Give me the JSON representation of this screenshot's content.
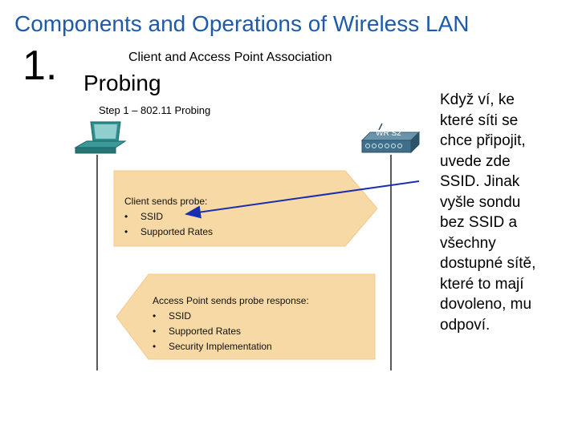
{
  "slide": {
    "title": "Components and Operations of Wireless LAN",
    "step_number": "1.",
    "step_name": "Probing"
  },
  "diagram": {
    "title": "Client and Access Point Association",
    "subtitle": "Step 1 – 802.11 Probing",
    "ap_label": "WR S2",
    "client_probe": {
      "heading": "Client sends probe:",
      "items": [
        "SSID",
        "Supported Rates"
      ]
    },
    "ap_response": {
      "heading": "Access Point sends probe response:",
      "items": [
        "SSID",
        "Supported Rates",
        "Security Implementation"
      ]
    }
  },
  "note": {
    "lines": [
      "Když ví, ke",
      "které síti se",
      "chce připojit,",
      "uvede zde",
      "SSID. Jinak",
      "vyšle sondu",
      "bez SSID a",
      "všechny",
      "dostupné sítě,",
      "které to mají",
      "dovoleno, mu",
      "odpoví."
    ]
  },
  "colors": {
    "title": "#1f5aa8",
    "arrow_fill": "#f6d9a4",
    "arrow_stroke": "#f3c98e",
    "pointer": "#1a2fb0",
    "device_teal": "#2f8f8f"
  }
}
